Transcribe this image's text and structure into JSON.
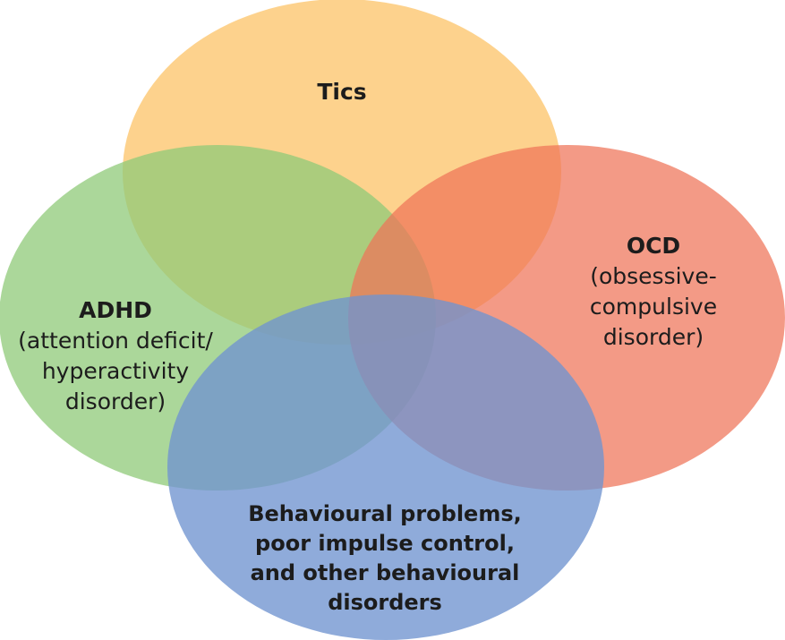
{
  "diagram": {
    "type": "venn",
    "sets": [
      {
        "id": "tics",
        "title": "Tics",
        "subtitle_lines": [],
        "color": "#fdc770"
      },
      {
        "id": "adhd",
        "title": "ADHD",
        "subtitle_lines": [
          "(attention deficit/",
          "hyperactivity",
          "disorder)"
        ],
        "color": "#8fca78"
      },
      {
        "id": "ocd",
        "title": "OCD",
        "subtitle_lines": [
          "(obsessive-",
          "compulsive",
          "disorder)"
        ],
        "color": "#ee7357"
      },
      {
        "id": "behavioural",
        "title_lines": [
          "Behavioural problems,",
          "poor impulse control,",
          "and other behavioural",
          "disorders"
        ],
        "color": "#6f94cf"
      }
    ]
  }
}
